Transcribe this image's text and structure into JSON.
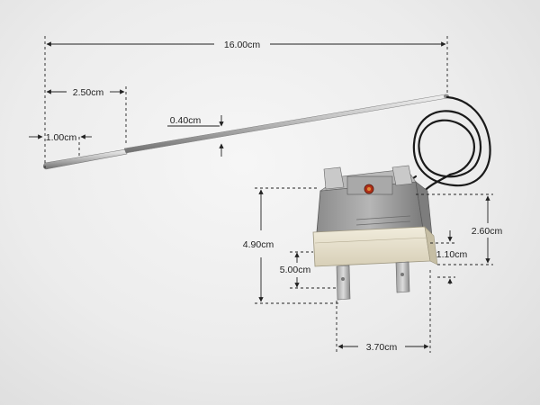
{
  "dimensions": {
    "probe_total_length": "16.00cm",
    "probe_tip_length": "2.50cm",
    "probe_tip_diameter": "1.00cm",
    "probe_tube_diameter": "0.40cm",
    "body_total_height": "4.90cm",
    "terminal_height": "5.00cm",
    "body_upper_height": "2.60cm",
    "base_height": "1.10cm",
    "body_width": "3.70cm"
  },
  "colors": {
    "dimension_line": "#222222",
    "probe_metal": "#b8b8b8",
    "housing_metal": "#9a9a9a",
    "ceramic_base": "#e8e2cf",
    "wire": "#1a1a1a"
  }
}
